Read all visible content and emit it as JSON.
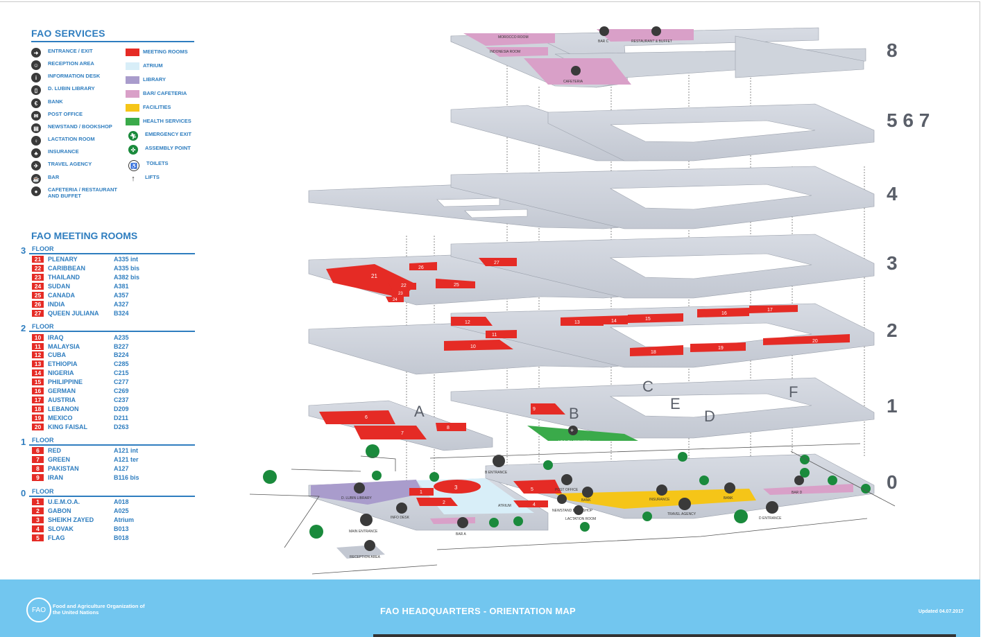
{
  "services": {
    "title": "FAO SERVICES",
    "items": [
      {
        "icon": "entrance-icon",
        "label": "ENTRANCE / EXIT"
      },
      {
        "icon": "reception-icon",
        "label": "RECEPTION AREA"
      },
      {
        "icon": "info-icon",
        "label": "INFORMATION DESK"
      },
      {
        "icon": "library-icon",
        "label": "D. LUBIN LIBRARY"
      },
      {
        "icon": "bank-icon",
        "label": "BANK"
      },
      {
        "icon": "post-office-icon",
        "label": "POST OFFICE"
      },
      {
        "icon": "newsstand-icon",
        "label": "NEWSTAND / BOOKSHOP"
      },
      {
        "icon": "lactation-icon",
        "label": "LACTATION ROOM"
      },
      {
        "icon": "insurance-icon",
        "label": "INSURANCE"
      },
      {
        "icon": "travel-icon",
        "label": "TRAVEL AGENCY"
      },
      {
        "icon": "bar-icon",
        "label": "BAR"
      },
      {
        "icon": "cafeteria-icon",
        "label": "CAFETERIA / RESTAURANT AND BUFFET"
      }
    ],
    "legend": [
      {
        "color": "#e52b25",
        "label": "MEETING ROOMS"
      },
      {
        "color": "#d8eef8",
        "label": "ATRIUM"
      },
      {
        "color": "#a99ccc",
        "label": "LIBRARY"
      },
      {
        "color": "#d9a0c8",
        "label": "BAR/ CAFETERIA"
      },
      {
        "color": "#f5c518",
        "label": "FACILITIES"
      },
      {
        "color": "#3aaa4a",
        "label": "HEALTH SERVICES"
      },
      {
        "icon": "emergency-exit-icon",
        "label": "EMERGENCY EXIT"
      },
      {
        "icon": "assembly-point-icon",
        "label": "ASSEMBLY POINT"
      },
      {
        "icon": "toilets-icon",
        "label": "TOILETS"
      },
      {
        "icon": "lift-icon",
        "label": "LIFTS"
      }
    ]
  },
  "meeting_rooms": {
    "title": "FAO MEETING ROOMS",
    "floor_word": "FLOOR",
    "floors": [
      {
        "floor": "3",
        "rooms": [
          {
            "n": "21",
            "name": "PLENARY",
            "code": "A335 int"
          },
          {
            "n": "22",
            "name": "CARIBBEAN",
            "code": "A335 bis"
          },
          {
            "n": "23",
            "name": "THAILAND",
            "code": "A382 bis"
          },
          {
            "n": "24",
            "name": "SUDAN",
            "code": "A381"
          },
          {
            "n": "25",
            "name": "CANADA",
            "code": "A357"
          },
          {
            "n": "26",
            "name": "INDIA",
            "code": "A327"
          },
          {
            "n": "27",
            "name": "QUEEN JULIANA",
            "code": "B324"
          }
        ]
      },
      {
        "floor": "2",
        "rooms": [
          {
            "n": "10",
            "name": "IRAQ",
            "code": "A235"
          },
          {
            "n": "11",
            "name": "MALAYSIA",
            "code": "B227"
          },
          {
            "n": "12",
            "name": "CUBA",
            "code": "B224"
          },
          {
            "n": "13",
            "name": "ETHIOPIA",
            "code": "C285"
          },
          {
            "n": "14",
            "name": "NIGERIA",
            "code": "C215"
          },
          {
            "n": "15",
            "name": "PHILIPPINE",
            "code": "C277"
          },
          {
            "n": "16",
            "name": "GERMAN",
            "code": "C269"
          },
          {
            "n": "17",
            "name": "AUSTRIA",
            "code": "C237"
          },
          {
            "n": "18",
            "name": "LEBANON",
            "code": "D209"
          },
          {
            "n": "19",
            "name": "MEXICO",
            "code": "D211"
          },
          {
            "n": "20",
            "name": "KING FAISAL",
            "code": "D263"
          }
        ]
      },
      {
        "floor": "1",
        "rooms": [
          {
            "n": "6",
            "name": "RED",
            "code": "A121 int"
          },
          {
            "n": "7",
            "name": "GREEN",
            "code": "A121 ter"
          },
          {
            "n": "8",
            "name": "PAKISTAN",
            "code": "A127"
          },
          {
            "n": "9",
            "name": "IRAN",
            "code": "B116 bis"
          }
        ]
      },
      {
        "floor": "0",
        "rooms": [
          {
            "n": "1",
            "name": "U.E.M.O.A.",
            "code": "A018"
          },
          {
            "n": "2",
            "name": "GABON",
            "code": "A025"
          },
          {
            "n": "3",
            "name": "SHEIKH ZAYED",
            "code": "Atrium"
          },
          {
            "n": "4",
            "name": "SLOVAK",
            "code": "B013"
          },
          {
            "n": "5",
            "name": "FLAG",
            "code": "B018"
          }
        ]
      }
    ]
  },
  "map": {
    "floor_numbers": [
      "8",
      "5 6 7",
      "4",
      "3",
      "2",
      "1",
      "0"
    ],
    "buildings": [
      "A",
      "B",
      "C",
      "D",
      "E",
      "F"
    ],
    "room_numbers_8": {
      "morocco": "MOROCCO ROOM",
      "indonesia": "INDONESIA ROOM",
      "bar_c": "BAR C",
      "restaurant": "RESTAURANT & BUFFET",
      "cafeteria": "CAFETERIA"
    },
    "labels_1": {
      "health": "HEALTH SERVICES"
    },
    "labels_0": {
      "b_entrance": "B ENTRANCE",
      "post_office": "POST OFFICE",
      "bank_1": "BANK",
      "bank_2": "BANK",
      "insurance": "INSURANCE",
      "bar_d": "BAR D",
      "library": "D. LUBIN LIBRARY",
      "info": "INFO DESK",
      "atrium": "ATRIUM",
      "newstand": "NEWSTAND BOOKSHOP",
      "lactation": "LACTATION ROOM",
      "travel": "TRAVEL AGENCY",
      "d_entrance": "D ENTRANCE",
      "main_entrance": "MAIN ENTRANCE",
      "bar_a": "BAR A",
      "reception": "RECEPTION AREA"
    }
  },
  "footer": {
    "org": "Food and Agriculture Organization of the United Nations",
    "logo": "FAO",
    "title": "FAO HEADQUARTERS - ORIENTATION MAP",
    "updated": "Updated 04.07.2017"
  }
}
